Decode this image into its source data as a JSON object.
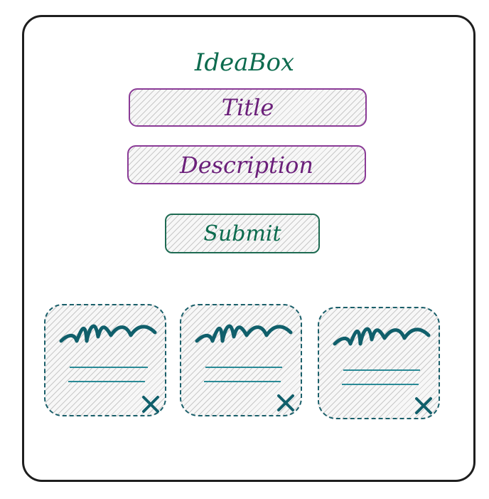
{
  "app": {
    "title": "IdeaBox"
  },
  "form": {
    "title_placeholder": "Title",
    "description_placeholder": "Description",
    "submit_label": "Submit"
  },
  "cards": [
    {
      "name": "idea-card-1",
      "title": "",
      "body_lines": 2
    },
    {
      "name": "idea-card-2",
      "title": "",
      "body_lines": 2
    },
    {
      "name": "idea-card-3",
      "title": "",
      "body_lines": 2
    }
  ],
  "colors": {
    "frame": "#1e1e1e",
    "title": "#0c6b4e",
    "input_border": "#8a3a96",
    "input_text": "#6b1f7a",
    "button_border": "#1e6b52",
    "card_border": "#1a5f6a",
    "card_scribble": "#105f6b"
  }
}
